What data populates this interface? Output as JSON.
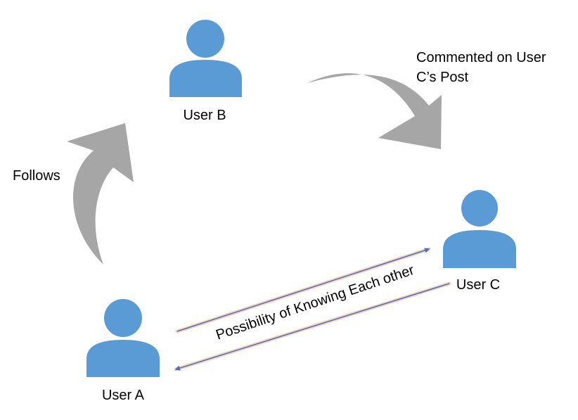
{
  "colors": {
    "user_icon": "#5b9bd5",
    "curved_arrow": "#a6a6a6",
    "line_stroke": "#4472c4",
    "line_glow": "#f4b183"
  },
  "users": {
    "a": {
      "label": "User A",
      "icon": "person-icon"
    },
    "b": {
      "label": "User B",
      "icon": "person-icon"
    },
    "c": {
      "label": "User C",
      "icon": "person-icon"
    }
  },
  "edges": {
    "follows": {
      "label": "Follows",
      "from": "User A",
      "to": "User B"
    },
    "commented": {
      "label_line1": "Commented on User",
      "label_line2": "C’s Post",
      "from": "User B",
      "to": "User C"
    },
    "possibility": {
      "label": "Possibility of Knowing Each other",
      "between": [
        "User A",
        "User C"
      ]
    }
  }
}
